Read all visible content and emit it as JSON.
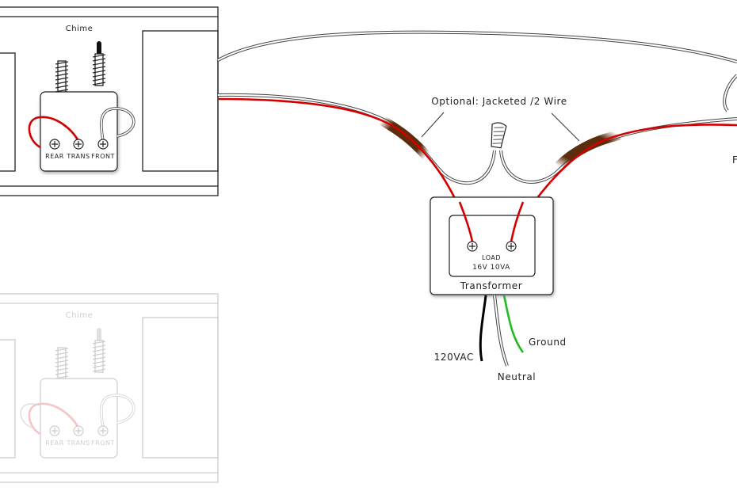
{
  "colors": {
    "hot_wire": "#d40000",
    "jacket": "#5a2d0c",
    "ground_wire": "#22bb22",
    "line_wire": "#000000"
  },
  "chime": {
    "title": "Chime",
    "terminals": [
      "REAR",
      "TRANS",
      "FRONT"
    ]
  },
  "chime_faded": {
    "title": "Chime",
    "terminals": [
      "REAR",
      "TRANS",
      "FRONT"
    ]
  },
  "callout": "Optional: Jacketed /2 Wire",
  "transformer": {
    "terminal_label": "LOAD",
    "rating": "16V 10VA",
    "title": "Transformer"
  },
  "supply_wires": {
    "hot": "120VAC",
    "neutral": "Neutral",
    "ground": "Ground"
  },
  "edge_label": "F"
}
